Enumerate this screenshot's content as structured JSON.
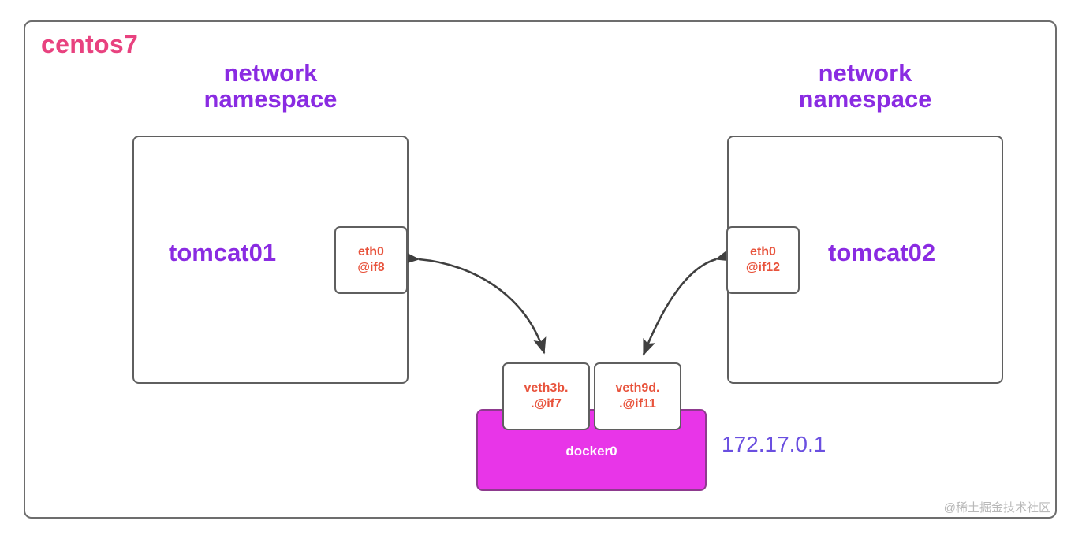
{
  "diagram": {
    "host": {
      "label": "centos7",
      "label_color": "#e8427f",
      "frame_border_color": "#6d6d6d"
    },
    "namespaces": [
      {
        "title": "network\nnamespace",
        "name": "tomcat01",
        "title_color": "#8A2BE2",
        "interface": {
          "line1": "eth0",
          "line2": "@if8",
          "text_color": "#e8533c"
        }
      },
      {
        "title": "network\nnamespace",
        "name": "tomcat02",
        "title_color": "#8A2BE2",
        "interface": {
          "line1": "eth0",
          "line2": "@if12",
          "text_color": "#e8533c"
        }
      }
    ],
    "veth_pairs": [
      {
        "line1": "veth3b.",
        "line2": ".@if7"
      },
      {
        "line1": "veth9d.",
        "line2": ".@if11"
      }
    ],
    "bridge": {
      "name": "docker0",
      "ip": "172.17.0.1",
      "fill_color": "#E835E8",
      "border_color": "#8e3a8e",
      "ip_color": "#6a4fe0"
    },
    "connections": [
      {
        "from": "veth3b.@if7",
        "to": "eth0@if8",
        "style": "double-headed-curve"
      },
      {
        "from": "veth9d.@if11",
        "to": "eth0@if12",
        "style": "double-headed-curve"
      }
    ],
    "watermark": "@稀土掘金技术社区"
  }
}
